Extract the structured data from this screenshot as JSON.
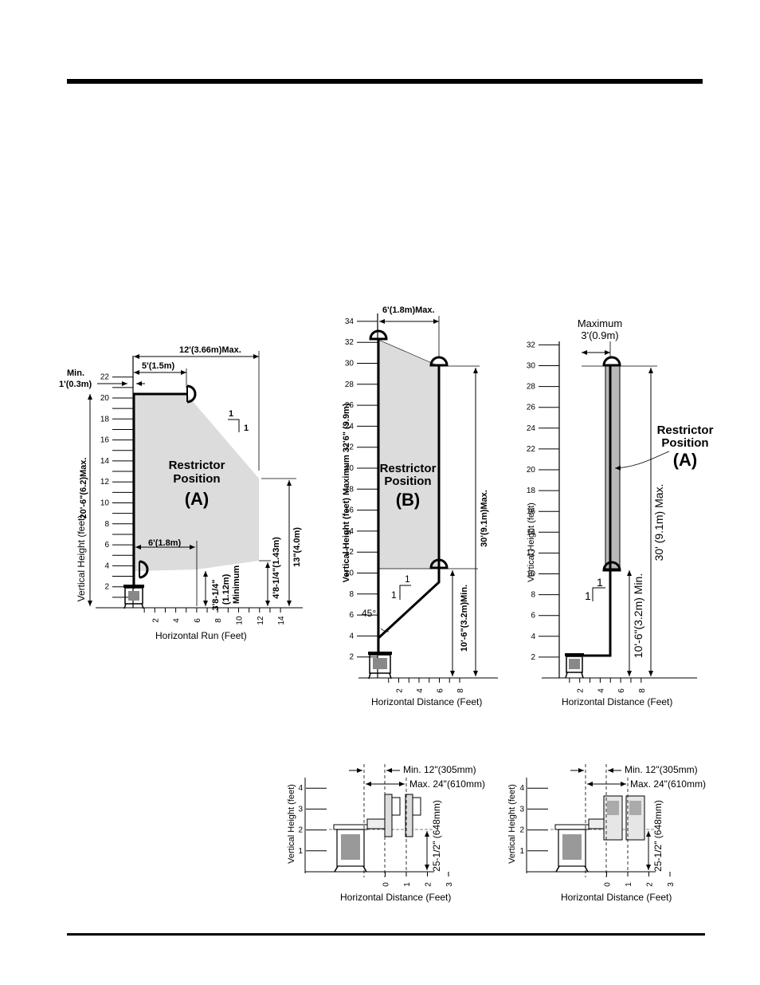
{
  "diagram1": {
    "y_ticks": [
      "2",
      "4",
      "6",
      "8",
      "10",
      "12",
      "14",
      "16",
      "18",
      "20",
      "22"
    ],
    "x_ticks": [
      "2",
      "4",
      "6",
      "8",
      "10",
      "12",
      "14"
    ],
    "y_axis_label": "Vertical Height (feet)",
    "x_axis_label": "Horizontal Run (Feet)",
    "dim_max_run": "12'(3.66m)Max.",
    "dim_5ft": "5'(1.5m)",
    "dim_min_label": "Min.",
    "dim_min_value": "1'(0.3m)",
    "dim_height_max": "20'-6\"(6.2)Max.",
    "slope_top": "1",
    "slope_side": "1",
    "restrictor_line1": "Restrictor",
    "restrictor_line2": "Position",
    "restrictor_letter": "(A)",
    "dim_6ft": "6'(1.8m)",
    "dim_3ft8": "3'8-1/4\"",
    "dim_112": "(1.12m)",
    "dim_minimum": "Minimum",
    "dim_4ft8": "4'8-1/4\"(1.43m)",
    "dim_13": "13\"(4.0m)"
  },
  "diagram2": {
    "y_ticks": [
      "2",
      "4",
      "6",
      "8",
      "10",
      "12",
      "14",
      "16",
      "18",
      "20",
      "22",
      "24",
      "26",
      "28",
      "30",
      "32",
      "34"
    ],
    "x_ticks": [
      "2",
      "4",
      "6",
      "8"
    ],
    "y_axis_label": "Vertical Height (feet) Maximum 32'6\" (9.9m)",
    "x_axis_label": "Horizontal Distance (Feet)",
    "dim_top": "6'(1.8m)Max.",
    "restrictor_line1": "Restrictor",
    "restrictor_line2": "Position",
    "restrictor_letter": "(B)",
    "slope_top": "1",
    "slope_side": "1",
    "angle": "45°",
    "dim_right_max": "30'(9.1m)Max.",
    "dim_right_min": "10'-6\"(3.2m)Min."
  },
  "diagram3": {
    "y_ticks": [
      "2",
      "4",
      "6",
      "8",
      "10",
      "12",
      "14",
      "16",
      "18",
      "20",
      "22",
      "24",
      "26",
      "28",
      "30",
      "32"
    ],
    "x_ticks": [
      "2",
      "4",
      "6",
      "8"
    ],
    "y_axis_label": "Vertical Height (feet)",
    "x_axis_label": "Horizontal Distance (Feet)",
    "dim_top_line1": "Maximum",
    "dim_top_line2": "3'(0.9m)",
    "restrictor_line1": "Restrictor",
    "restrictor_line2": "Position",
    "restrictor_letter": "(A)",
    "slope_top": "1",
    "slope_side": "1",
    "dim_right_max": "30' (9.1m) Max.",
    "dim_right_min": "10'-6\"(3.2m) Min."
  },
  "diagram4": {
    "y_ticks": [
      "1",
      "2",
      "3",
      "4"
    ],
    "x_ticks": [
      "0",
      "1",
      "2",
      "3"
    ],
    "y_axis_label": "Vertical Height (feet)",
    "x_axis_label": "Horizontal Distance (Feet)",
    "dim_min": "Min. 12\"(305mm)",
    "dim_max": "Max. 24\"(610mm)",
    "dim_height": "25-1/2\" (648mm)"
  },
  "diagram5": {
    "y_ticks": [
      "1",
      "2",
      "3",
      "4"
    ],
    "x_ticks": [
      "0",
      "1",
      "2",
      "3"
    ],
    "y_axis_label": "Vertical Height (feet)",
    "x_axis_label": "Horizontal Distance (Feet)",
    "dim_min": "Min. 12\"(305mm)",
    "dim_max": "Max. 24\"(610mm)",
    "dim_height": "25-1/2\" (648mm)"
  },
  "colors": {
    "fill_light": "#dcdcdc",
    "fill_mid": "#b9b9b9",
    "ink": "#000000"
  }
}
